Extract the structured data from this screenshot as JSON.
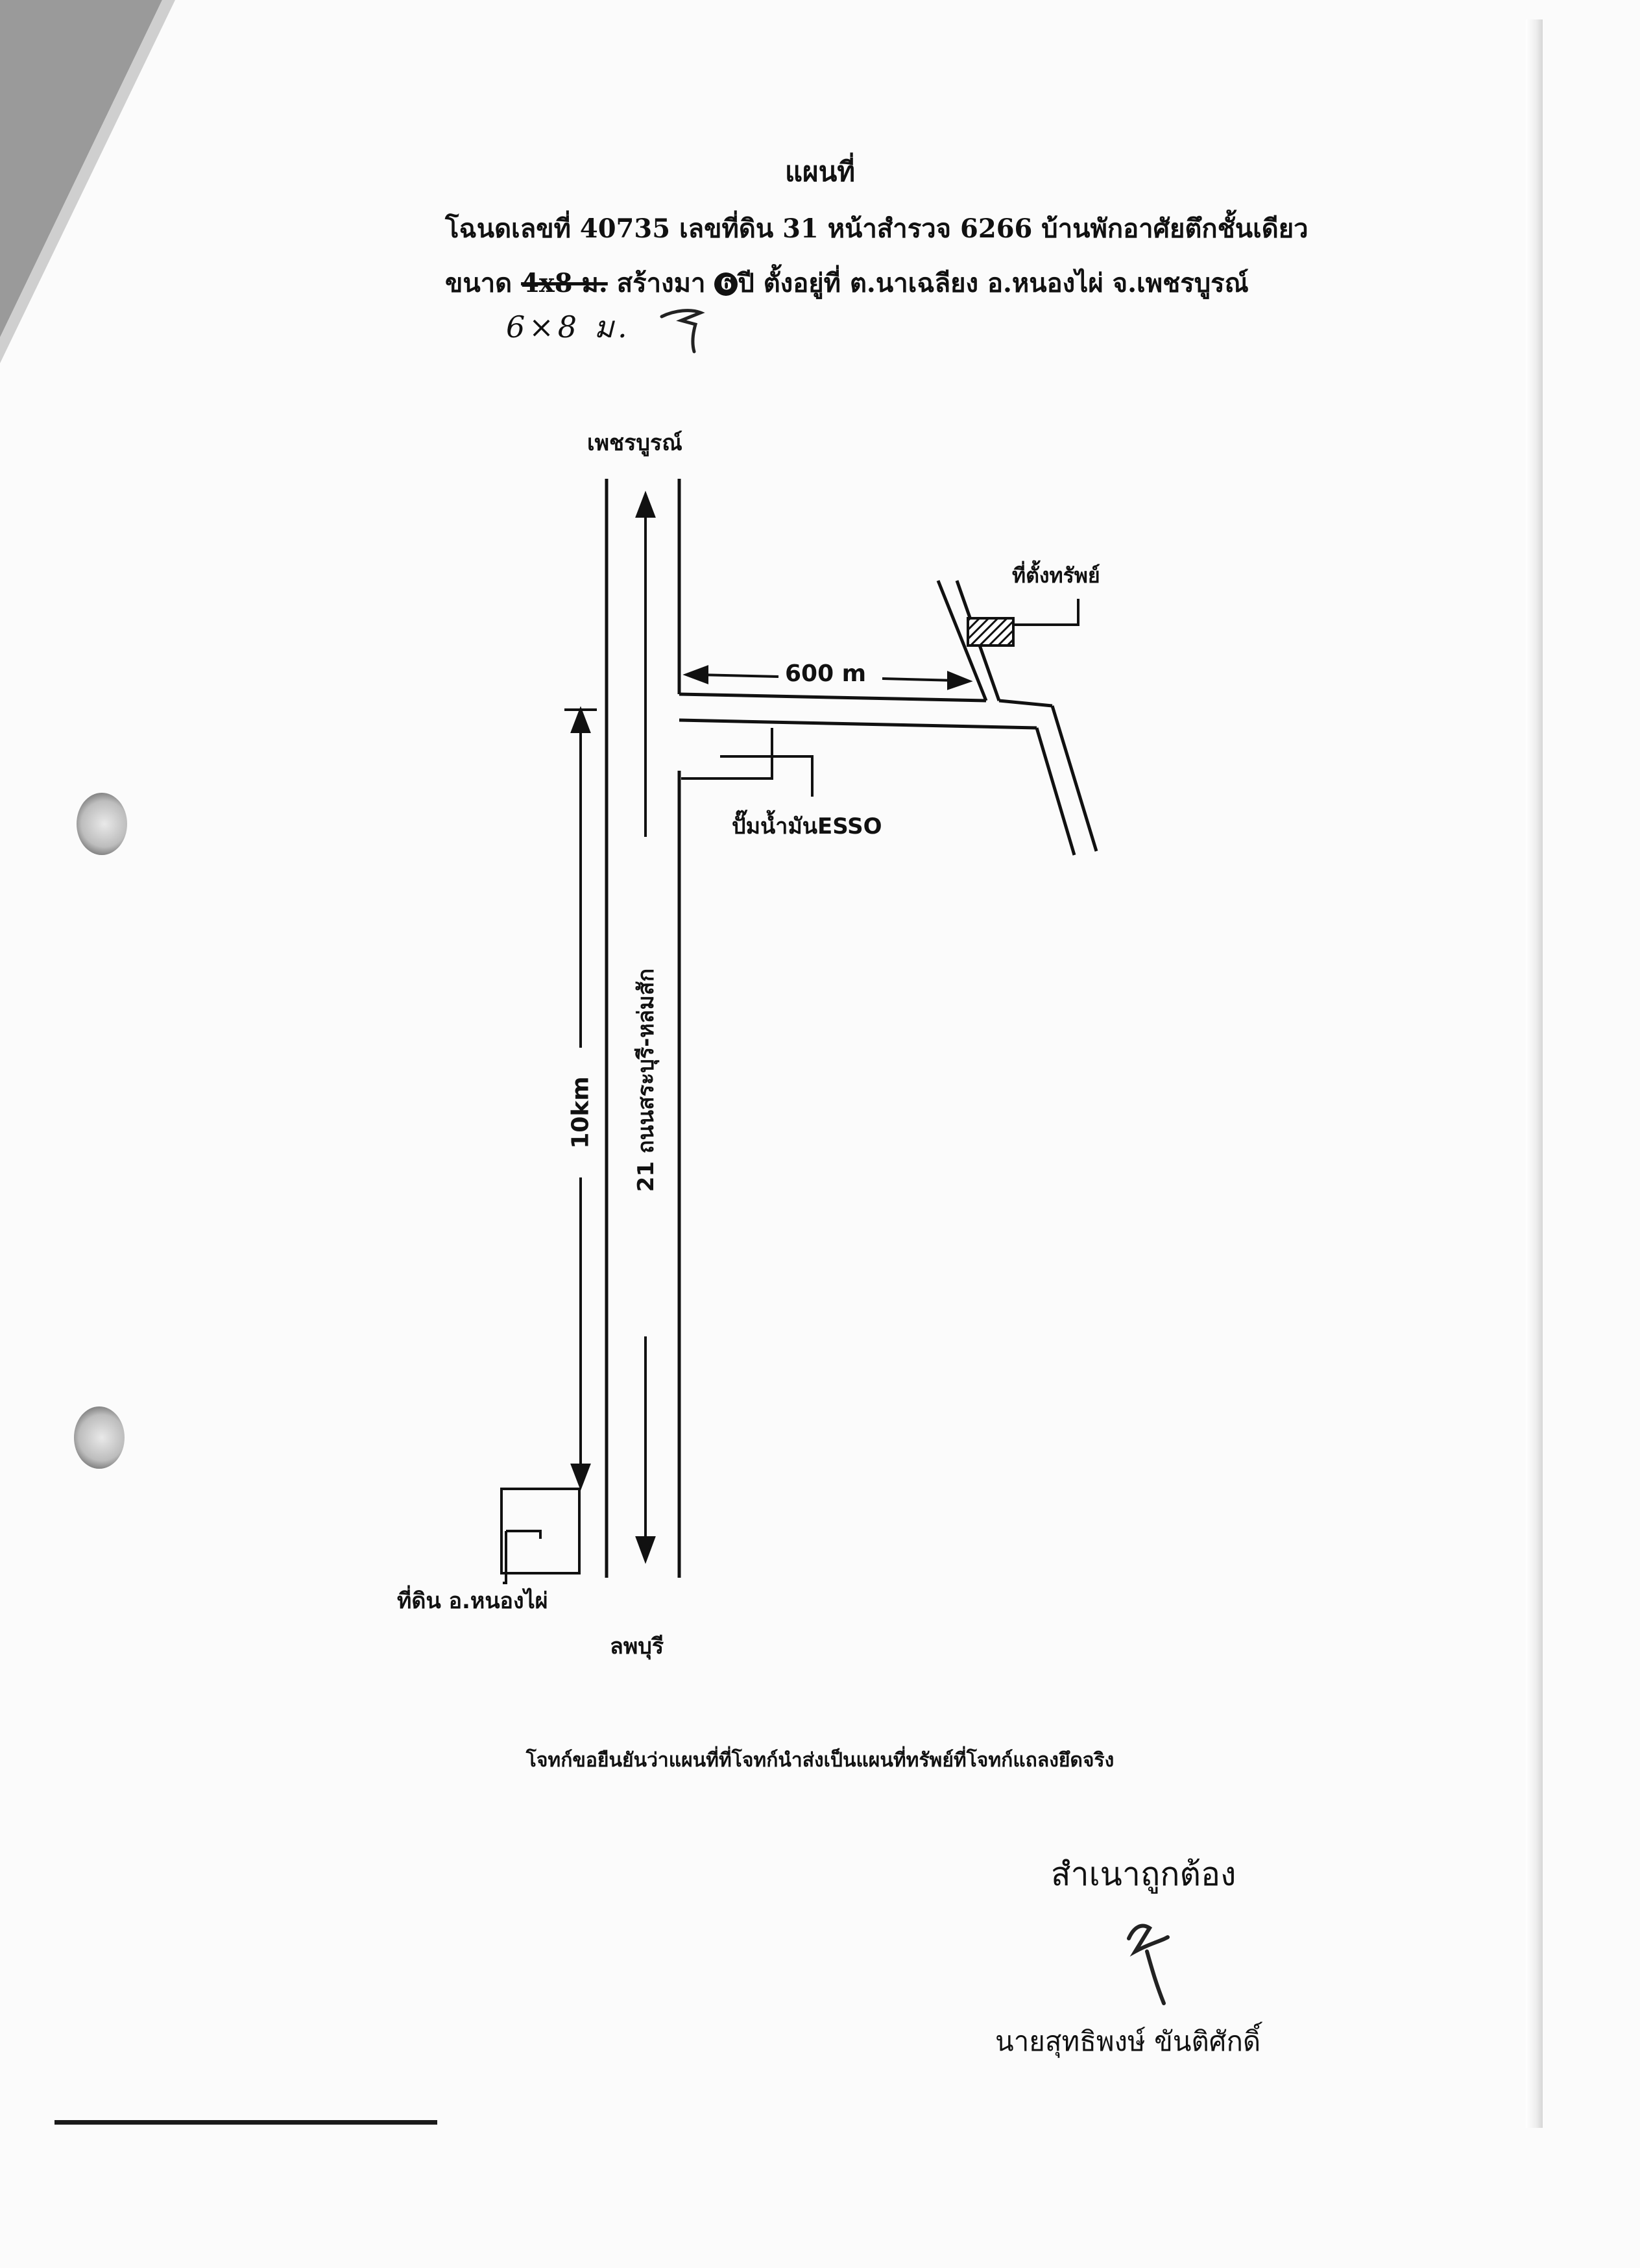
{
  "document": {
    "title": "แผนที่",
    "line1": "โฉนดเลขที่ 40735 เลขที่ดิน 31 หน้าสำรวจ 6266 บ้านพักอาศัยตึกชั้นเดียว",
    "line2_prefix": "ขนาด ",
    "line2_struck": "4x8 ม.",
    "line2_mid": " สร้างมา ",
    "line2_circled": "6",
    "line2_suffix": "ปี ตั้งอยู่ที่  ต.นาเฉลียง  อ.หนองไผ่  จ.เพชรบูรณ์",
    "handwritten_size": "6×8 ม."
  },
  "map": {
    "label_north": "เพชรบูรณ์",
    "label_south": "ลพบุรี",
    "road_name": "21 ถนนสระบุรี-หล่มสัก",
    "distance_vertical": "10km",
    "distance_horizontal": "600 m",
    "label_property": "ที่ตั้งทรัพย์",
    "label_gas_station": "ปั๊มน้ำมันESSO",
    "label_district_office": "ที่ดิน อ.หนองไผ่"
  },
  "footer": {
    "declaration": "โจทก์ขอยืนยันว่าแผนที่ที่โจทก์นำส่งเป็นแผนที่ทรัพย์ที่โจทก์แถลงยึดจริง",
    "certified": "สำเนาถูกต้อง",
    "signer": "นายสุทธิพงษ์  ขันติศักดิ์"
  }
}
